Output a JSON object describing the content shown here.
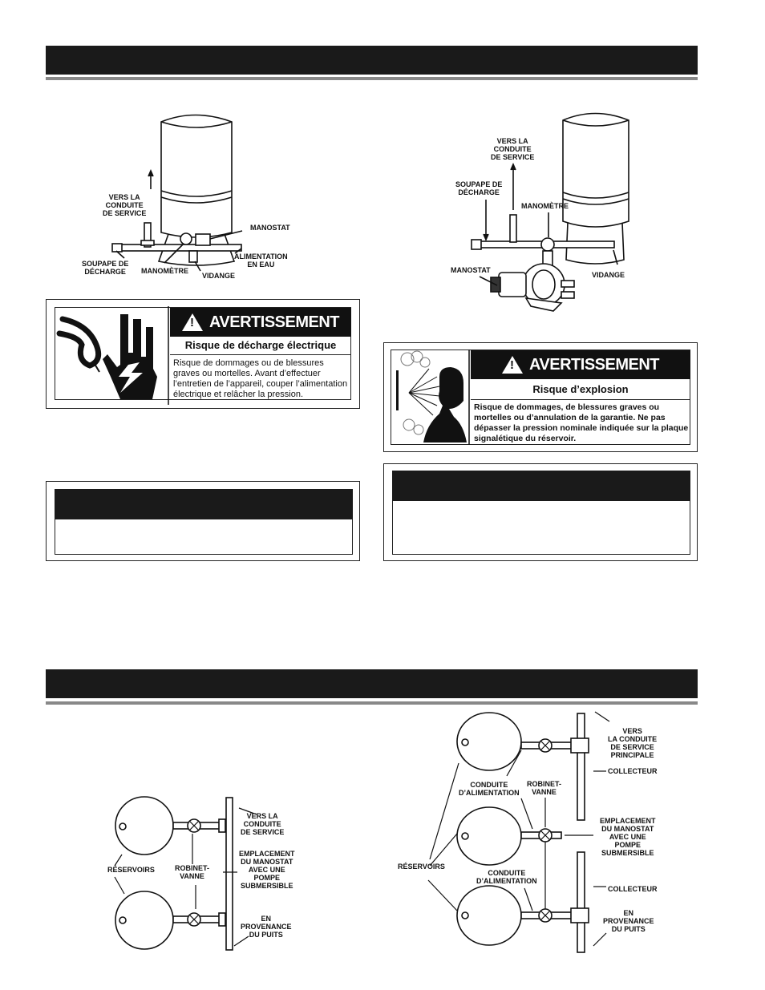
{
  "fig1": {
    "vers_la_conduite": "VERS LA\nCONDUITE\nDE SERVICE",
    "manostat": "MANOSTAT",
    "alimentation": "ALIMENTATION\nEN EAU",
    "soupape": "SOUPAPE DE\nDÉCHARGE",
    "manometre": "MANOMÈTRE",
    "vidange": "VIDANGE"
  },
  "fig2": {
    "vers_la_conduite": "VERS LA\nCONDUITE\nDE SERVICE",
    "soupape": "SOUPAPE DE\nDÉCHARGE",
    "manometre": "MANOMÈTRE",
    "manostat": "MANOSTAT",
    "vidange": "VIDANGE"
  },
  "warning_electric": {
    "header": "AVERTISSEMENT",
    "subheader": "Risque de décharge électrique",
    "body": "Risque de dommages ou de blessures graves ou mortelles. Avant d’effectuer l’entretien de l’appareil, couper l’alimentation électrique et relâcher la pression."
  },
  "warning_explosion": {
    "header": "AVERTISSEMENT",
    "subheader": "Risque d’explosion",
    "body": "Risque de dommages, de blessures graves ou mortelles ou d’annulation de la garantie. Ne pas dépasser la pression nominale indiquée sur la plaque signalétique du réservoir."
  },
  "fig3": {
    "vers_la_conduite": "VERS LA\nCONDUITE\nDE SERVICE",
    "reservoirs": "RÉSERVOIRS",
    "robinet": "ROBINET-\nVANNE",
    "emplacement": "EMPLACEMENT\nDU MANOSTAT\nAVEC UNE\nPOMPE\nSUBMERSIBLE",
    "provenance": "EN\nPROVENANCE\nDU PUITS"
  },
  "fig4": {
    "vers_la_conduite": "VERS\nLA CONDUITE\nDE SERVICE\nPRINCIPALE",
    "collecteur_1": "COLLECTEUR",
    "conduite_1": "CONDUITE\nD’ALIMENTATION",
    "robinet": "ROBINET-\nVANNE",
    "emplacement": "EMPLACEMENT\nDU MANOSTAT\nAVEC UNE\nPOMPE\nSUBMERSIBLE",
    "reservoirs": "RÉSERVOIRS",
    "conduite_2": "CONDUITE\nD’ALIMENTATION",
    "collecteur_2": "COLLECTEUR",
    "provenance": "EN\nPROVENANCE\nDU PUITS"
  }
}
